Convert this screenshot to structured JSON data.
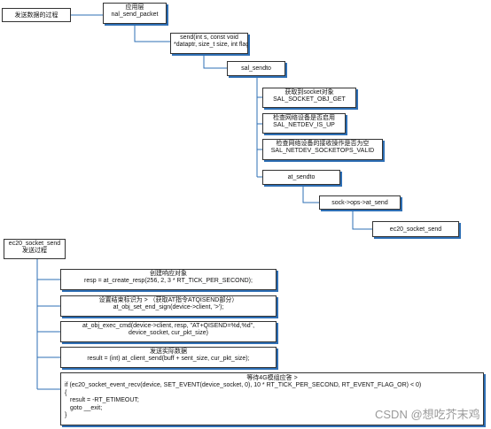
{
  "seq1": {
    "start": "发送数据的过程",
    "app_layer": [
      "应用层",
      "nal_send_packet"
    ],
    "send": [
      "send(int s, const void",
      "*dataptr, size_t size, int flags)"
    ],
    "sal_sendto": "sal_sendto",
    "get_socket": [
      "获取到socket对象",
      "SAL_SOCKET_OBJ_GET"
    ],
    "check_netdev_up": [
      "检查网络设备是否启用",
      "SAL_NETDEV_IS_UP"
    ],
    "check_ops": [
      "检查网络设备的接收操作是否为空",
      "SAL_NETDEV_SOCKETOPS_VALID"
    ],
    "at_sendto": "at_sendto",
    "ops_call": "sock->ops->at_send",
    "ec20_send": "ec20_socket_send"
  },
  "seq2": {
    "start": [
      "ec20_socket_send",
      "发送过程"
    ],
    "create_resp": [
      "创建响应对象",
      "resp = at_create_resp(256, 2, 3 * RT_TICK_PER_SECOND);"
    ],
    "set_end_sign": [
      "设置结束标识为 >  （获取AT指令ATQISEND部分）",
      "at_obj_set_end_sign(device->client, '>');"
    ],
    "exec_cmd": [
      "at_obj_exec_cmd(device->client, resp, \"AT+QISEND=%d,%d\",",
      "device_socket, cur_pkt_size)"
    ],
    "send_data": [
      "发送实际数据",
      "result = (int) at_client_send(buff + sent_size, cur_pkt_size);"
    ],
    "wait_code": [
      "等待4G模组应答 >",
      "if (ec20_socket_event_recv(device, SET_EVENT(device_socket, 0), 10 * RT_TICK_PER_SECOND, RT_EVENT_FLAG_OR) < 0)",
      "{",
      "    result = -RT_ETIMEOUT;",
      "    goto __exit;",
      "}"
    ]
  },
  "watermark": "CSDN @想吃芥末鸡",
  "colors": {
    "connector": "#2e6fb5",
    "border": "#333333"
  }
}
